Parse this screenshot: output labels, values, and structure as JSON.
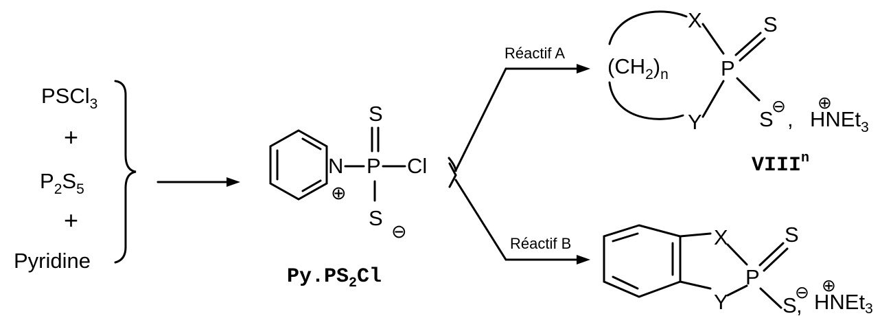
{
  "reactants": {
    "pscl3": {
      "base": "PSCl",
      "sub": "3"
    },
    "plus": "+",
    "p2s5": {
      "p": "P",
      "p_sub": "2",
      "s": "S",
      "s_sub": "5"
    },
    "pyridine": "Pyridine"
  },
  "intermediate": {
    "atoms": {
      "n": "N",
      "p": "P",
      "cl": "Cl",
      "s_top": "S",
      "s_bottom": "S",
      "plus_charge": "⊕",
      "minus_charge": "⊖"
    },
    "label": {
      "base": "Py.PS",
      "sub": "2",
      "end": "Cl"
    }
  },
  "reagents": {
    "a": "Réactif A",
    "b": "Réactif B"
  },
  "product_viii": {
    "ch2": {
      "open": "(CH",
      "sub2": "2",
      "close": ")",
      "subn": "n"
    },
    "x": "X",
    "y": "Y",
    "p": "P",
    "s_top": "S",
    "s_minus": "S",
    "minus": "⊖",
    "comma": ",",
    "counter_ion": {
      "base": "HNEt",
      "sub": "3",
      "plus": "⊕"
    },
    "label": {
      "base": "VIII",
      "sup": "n"
    }
  },
  "product_benzo": {
    "x": "X",
    "y": "Y",
    "p": "P",
    "s_top": "S",
    "s_minus": "S",
    "minus": "⊖",
    "comma": ",",
    "counter_ion": {
      "base": "HNEt",
      "sub": "3",
      "plus": "⊕"
    }
  }
}
